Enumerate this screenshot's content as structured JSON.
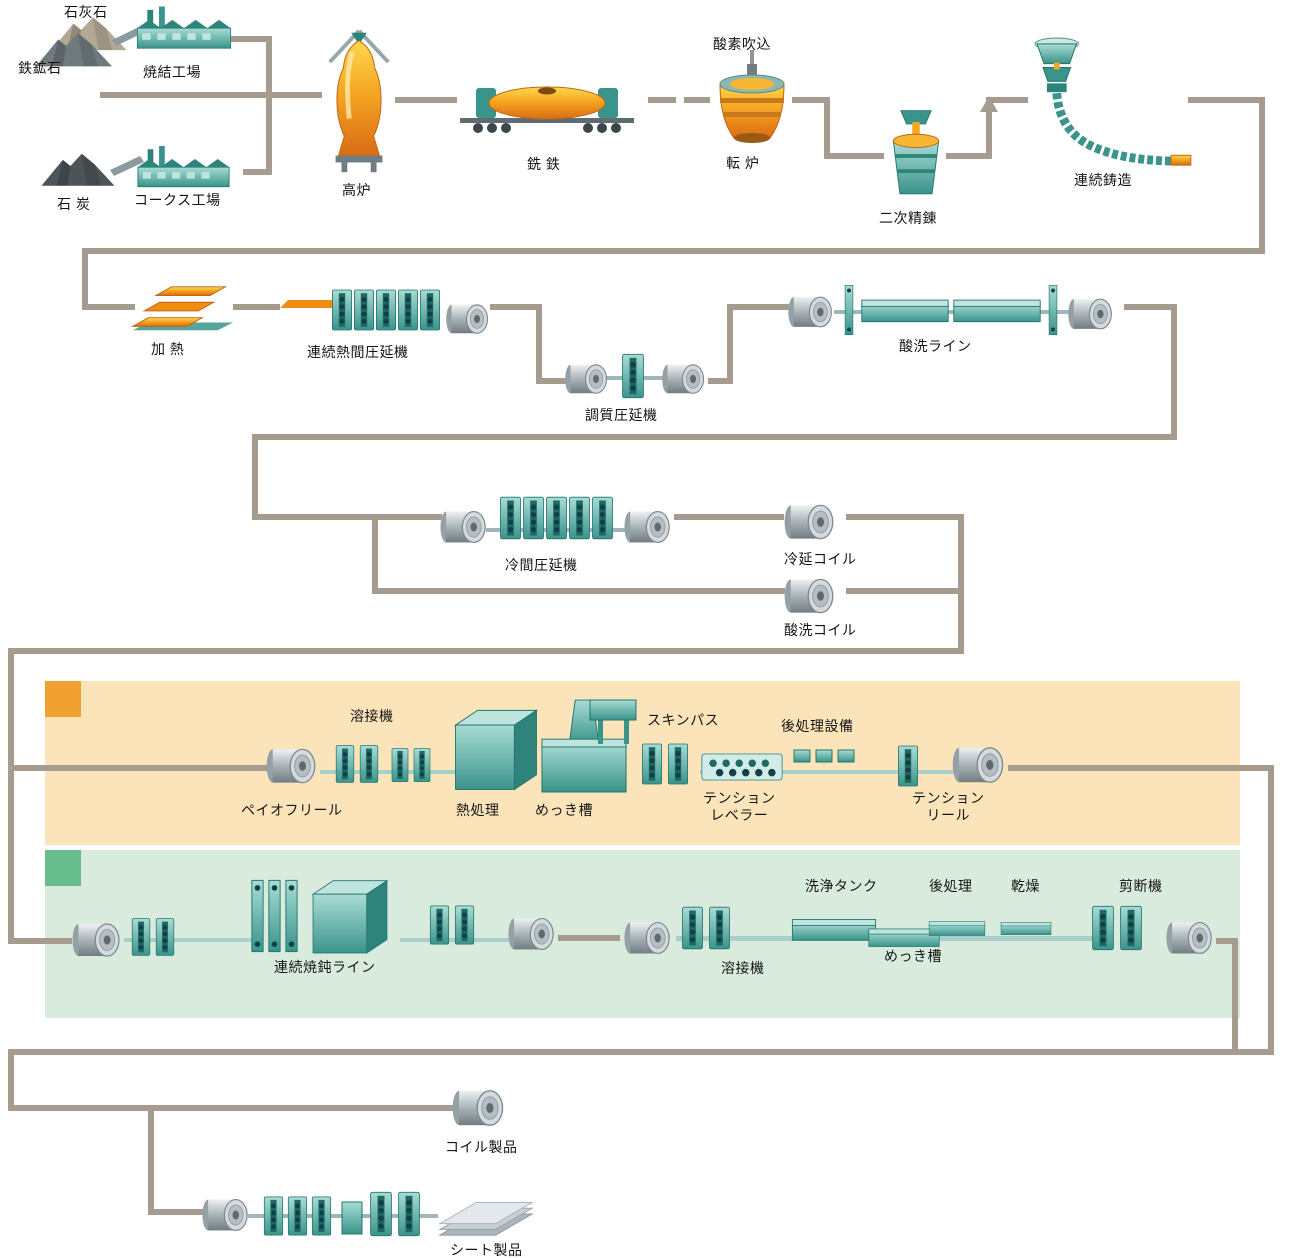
{
  "colors": {
    "connector": "#a59c8f",
    "machine_teal": "#3a948b",
    "hot_metal_orange": "#f5a623",
    "plating_band_bg": "#fce4ba",
    "plating_band_legend": "#f0a132",
    "annealing_band_bg": "#d9ebdd",
    "annealing_band_legend": "#68bd8d",
    "coil_gray": "#a9b3b7"
  },
  "raw_materials": {
    "limestone": "石灰石",
    "iron_ore": "鉄鉱石",
    "sintering_plant": "焼結工場",
    "coal": "石 炭",
    "coke_plant": "コークス工場"
  },
  "ironmaking": {
    "blast_furnace": "高炉",
    "pig_iron": "銑 鉄",
    "oxygen_blowing": "酸素吹込",
    "converter": "転 炉",
    "secondary_refining": "二次精錬",
    "continuous_casting": "連続鋳造"
  },
  "hot_rolling": {
    "heating": "加 熱",
    "hot_strip_mill": "連続熱間圧延機",
    "temper_mill": "調質圧延機",
    "pickling_line": "酸洗ライン"
  },
  "cold_rolling": {
    "cold_mill": "冷間圧延機",
    "cold_rolled_coil": "冷延コイル",
    "pickled_coil": "酸洗コイル"
  },
  "plating_line": {
    "payoff_reel": "ペイオフリール",
    "welder": "溶接機",
    "heat_treatment": "熱処理",
    "plating_bath": "めっき槽",
    "skin_pass": "スキンパス",
    "tension_leveler": [
      "テンション",
      "レベラー"
    ],
    "post_treatment": "後処理設備",
    "tension_reel": [
      "テンション",
      "リール"
    ]
  },
  "annealing_line": {
    "line_name": "連続焼鈍ライン",
    "welder": "溶接機",
    "cleaning_tank": "洗浄タンク",
    "plating_bath": "めっき槽",
    "post_treatment": "後処理",
    "drying": "乾燥",
    "shear": "剪断機"
  },
  "products": {
    "coil": "コイル製品",
    "sheet": "シート製品"
  }
}
